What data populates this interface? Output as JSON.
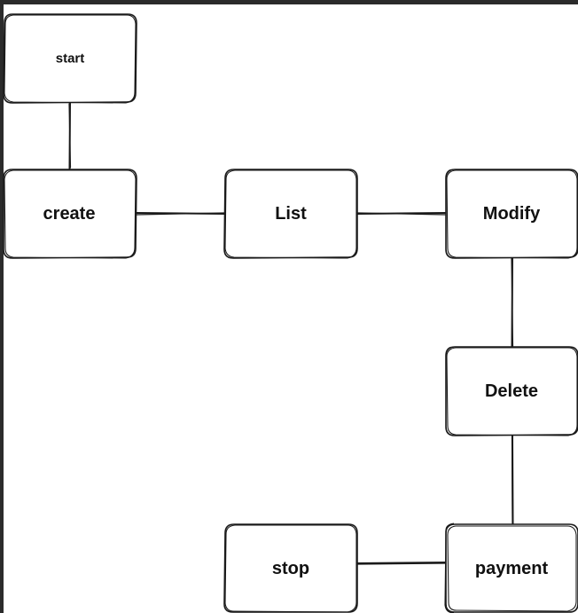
{
  "diagram": {
    "nodes": [
      {
        "id": "start",
        "label": "start"
      },
      {
        "id": "create",
        "label": "create"
      },
      {
        "id": "list",
        "label": "List"
      },
      {
        "id": "modify",
        "label": "Modify"
      },
      {
        "id": "delete",
        "label": "Delete"
      },
      {
        "id": "payment",
        "label": "payment"
      },
      {
        "id": "stop",
        "label": "stop"
      }
    ],
    "edges": [
      {
        "from": "start",
        "to": "create"
      },
      {
        "from": "create",
        "to": "list"
      },
      {
        "from": "list",
        "to": "modify"
      },
      {
        "from": "modify",
        "to": "delete"
      },
      {
        "from": "delete",
        "to": "payment"
      },
      {
        "from": "payment",
        "to": "stop"
      }
    ]
  }
}
